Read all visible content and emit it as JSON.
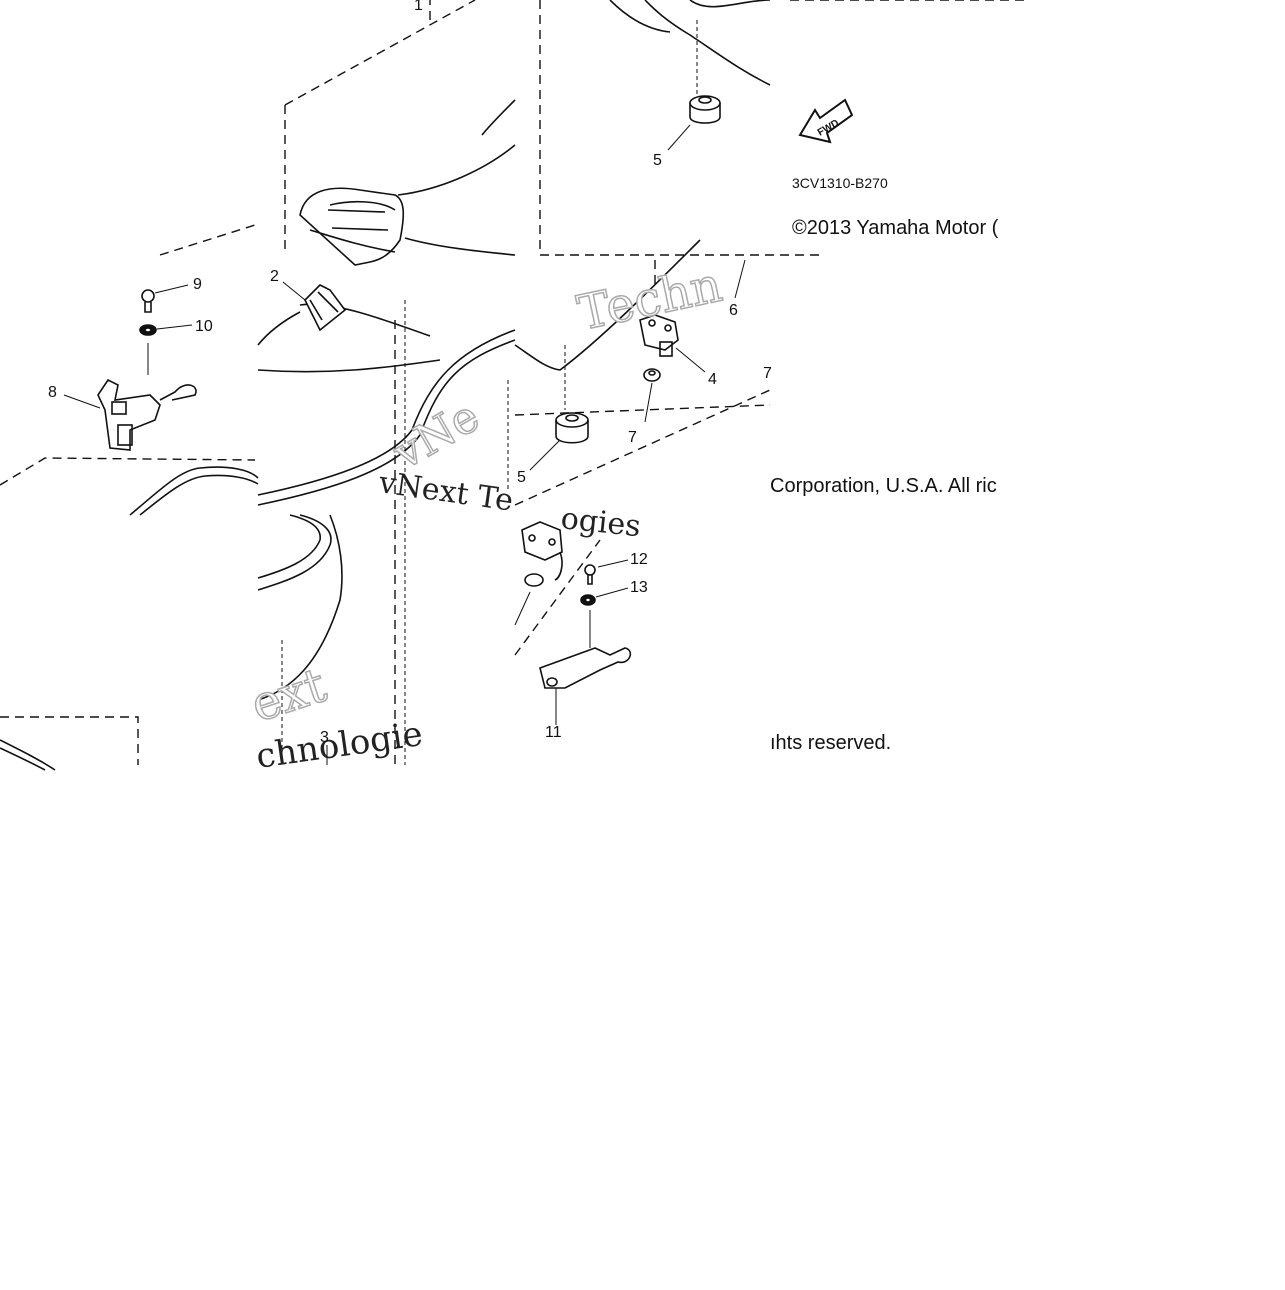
{
  "diagram": {
    "part_code": "3CV1310-B270",
    "fwd_label": "FWD",
    "copyright_line1": "©2013 Yamaha Motor (",
    "copyright_line2": "Corporation, U.S.A. All ric",
    "copyright_line3": "ıhts reserved.",
    "callouts": [
      "1",
      "2",
      "3",
      "4",
      "5",
      "5",
      "6",
      "7",
      "7",
      "8",
      "9",
      "10",
      "11",
      "12",
      "13"
    ],
    "watermarks": [
      "Techn",
      "vNext Te",
      "ogies",
      "ext",
      "chnologie",
      "vNe"
    ]
  }
}
